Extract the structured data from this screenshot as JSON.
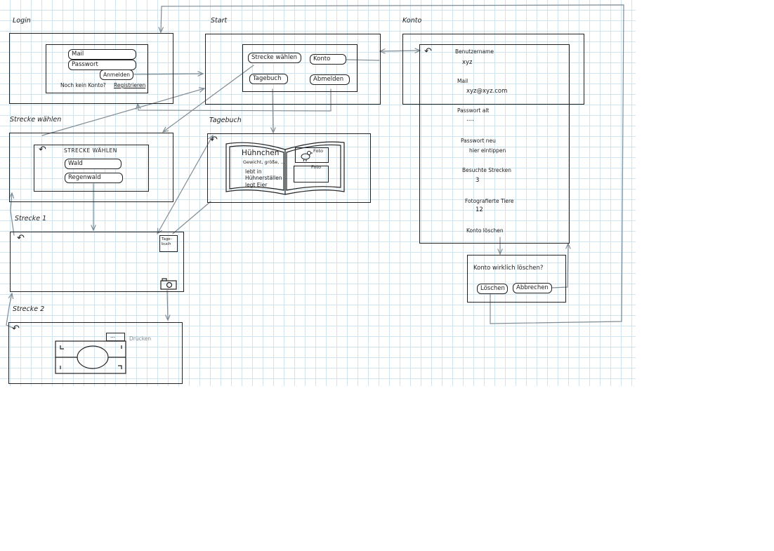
{
  "screens": {
    "login": {
      "title": "Login",
      "mail": "Mail",
      "password": "Passwort",
      "login_button": "Anmelden",
      "register_prompt": "Noch kein Konto?",
      "register_link": "Registrieren"
    },
    "start": {
      "title": "Start",
      "choose_route": "Strecke wählen",
      "account": "Konto",
      "diary": "Tagebuch",
      "logout": "Abmelden"
    },
    "account": {
      "title": "Konto",
      "username_label": "Benutzername",
      "username_value": "xyz",
      "mail_label": "Mail",
      "mail_value": "xyz@xyz.com",
      "old_pw_label": "Passwort alt",
      "old_pw_value": "....",
      "new_pw_label": "Passwort neu",
      "new_pw_value": "hier eintippen",
      "visited_label": "Besuchte Strecken",
      "visited_value": "3",
      "photos_label": "Fotografierte Tiere",
      "photos_value": "12",
      "delete_link": "Konto löschen"
    },
    "delete_dialog": {
      "question": "Konto wirklich löschen?",
      "delete": "Löschen",
      "cancel": "Abbrechen"
    },
    "choose_route": {
      "title": "Strecke wählen",
      "heading": "STRECKE WÄHLEN",
      "option1": "Wald",
      "option2": "Regenwald"
    },
    "diary": {
      "title": "Tagebuch",
      "entry_title": "Hühnchen",
      "entry_line1": "Gewicht, größe, ...",
      "entry_line2": "lebt in",
      "entry_line3": "Hühnerställen",
      "entry_line4": "legt Eier",
      "photo1": "Foto",
      "photo2": "Foto"
    },
    "route1": {
      "title": "Strecke 1",
      "diary_icon": "Tage-buch"
    },
    "route2": {
      "title": "Strecke 2",
      "trigger": "Drücken"
    }
  },
  "icons": [
    "back-arrow-icon",
    "camera-icon",
    "diary-book-icon",
    "bird-icon",
    "shutter-icon"
  ],
  "colors": {
    "wire": "#7f8c94",
    "grid": "#cfe4ef",
    "ink": "#222222"
  }
}
